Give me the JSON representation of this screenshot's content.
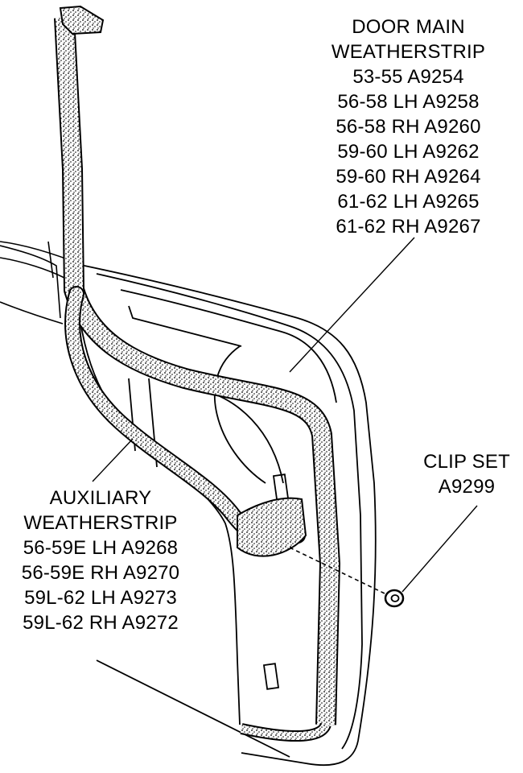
{
  "callouts": {
    "door_main": {
      "lines": [
        "DOOR MAIN",
        "WEATHERSTRIP",
        "53-55  A9254",
        "56-58 LH A9258",
        "56-58 RH A9260",
        "59-60 LH A9262",
        "59-60 RH A9264",
        "61-62 LH A9265",
        "61-62 RH A9267"
      ]
    },
    "clip_set": {
      "lines": [
        "CLIP SET",
        "A9299"
      ]
    },
    "auxiliary": {
      "lines": [
        "AUXILIARY",
        "WEATHERSTRIP",
        "56-59E LH A9268",
        "56-59E RH A9270",
        "59L-62 LH A9273",
        "59L-62 RH A9272"
      ]
    }
  }
}
